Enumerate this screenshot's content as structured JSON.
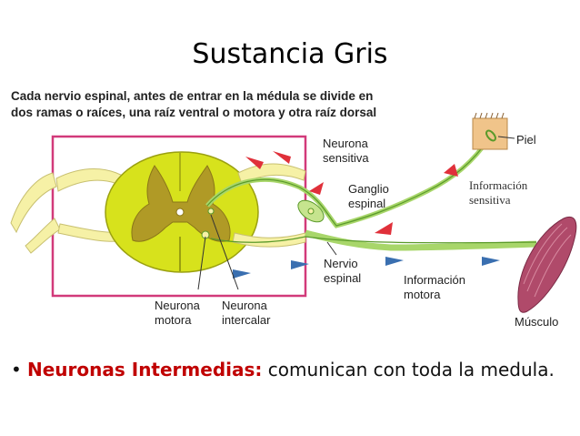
{
  "slide": {
    "title": "Sustancia Gris"
  },
  "diagram": {
    "caption_line1": "Cada nervio espinal, antes de entrar en la médula se divide en",
    "caption_line2": "dos ramas o raíces, una raíz ventral o motora y otra raíz dorsal",
    "labels": {
      "neurona_sensitiva_1": "Neurona",
      "neurona_sensitiva_2": "sensitiva",
      "ganglio_1": "Ganglio",
      "ganglio_2": "espinal",
      "piel": "Piel",
      "info_sensitiva_1": "Información",
      "info_sensitiva_2": "sensitiva",
      "nervio_1": "Nervio",
      "nervio_2": "espinal",
      "info_motora_1": "Información",
      "info_motora_2": "motora",
      "neurona_motora_1": "Neurona",
      "neurona_motora_2": "motora",
      "neurona_intercalar_1": "Neurona",
      "neurona_intercalar_2": "intercalar",
      "musculo": "Músculo"
    },
    "colors": {
      "frame": "#d23a7a",
      "cord_white": "#d7e21c",
      "cord_gray": "#b09a26",
      "nerve_green": "#a8d66a",
      "root_yellow": "#f6f1a6",
      "arrow_red": "#e0303a",
      "arrow_blue": "#3a6fb0",
      "muscle": "#b04a6a",
      "skin": "#f0c48a"
    }
  },
  "bullet": {
    "highlight": "Neuronas Intermedias:",
    "text": " comunican con toda la medula."
  }
}
